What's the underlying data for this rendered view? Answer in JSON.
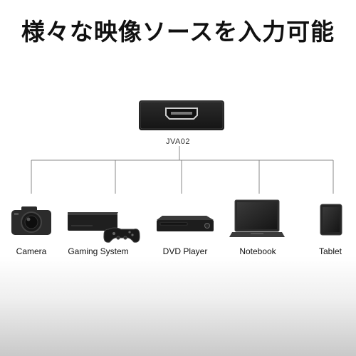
{
  "headline": "様々な映像ソースを入力可能",
  "device": {
    "name": "JVA02"
  },
  "sources": [
    {
      "label": "Camera",
      "icon": "camera-icon"
    },
    {
      "label": "Gaming System",
      "icon": "game-console-icon"
    },
    {
      "label": "DVD Player",
      "icon": "dvd-player-icon"
    },
    {
      "label": "Notebook",
      "icon": "laptop-icon"
    },
    {
      "label": "Tablet",
      "icon": "tablet-icon"
    }
  ],
  "colors": {
    "connector": "#888888",
    "device": "#1e1e1e",
    "text": "#111111"
  }
}
